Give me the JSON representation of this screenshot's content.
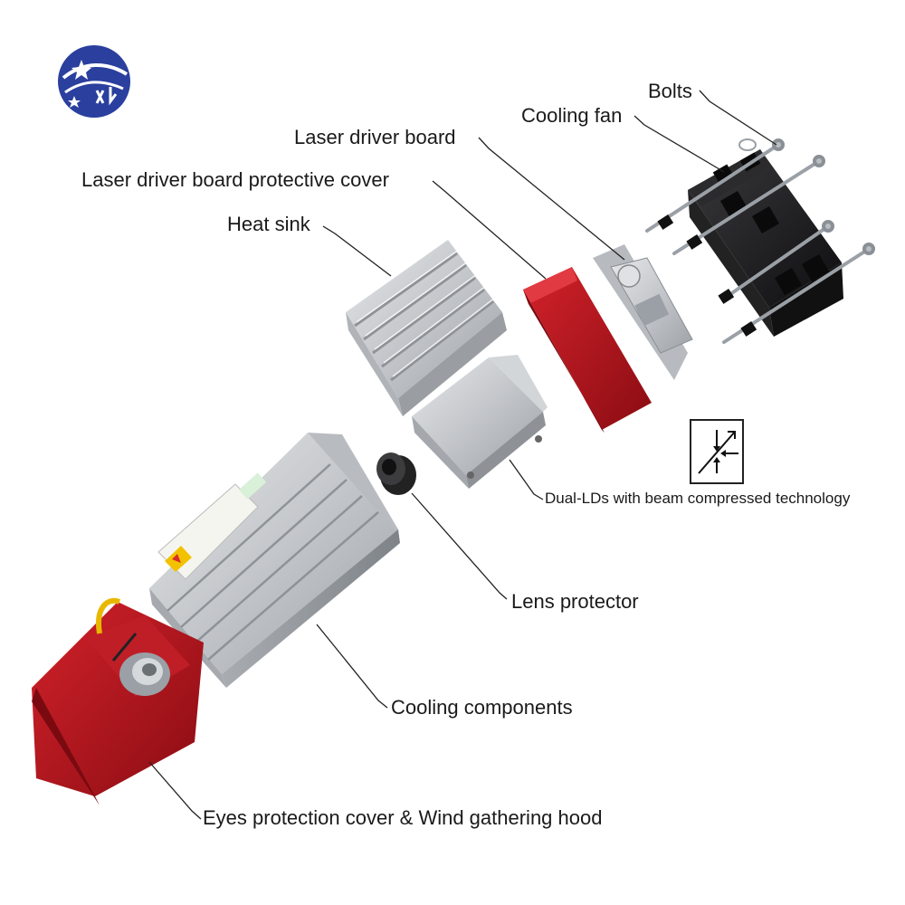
{
  "logo": {
    "icon": "globe-star-logo",
    "colors": {
      "primary": "#2a3f9e",
      "accent": "#ffffff"
    }
  },
  "labels": {
    "bolts": "Bolts",
    "cooling_fan": "Cooling fan",
    "laser_driver_board": "Laser driver board",
    "laser_driver_board_protective_cover": "Laser driver board protective cover",
    "heat_sink": "Heat sink",
    "dual_lds": "Dual-LDs with beam compressed technology",
    "lens_protector": "Lens protector",
    "cooling_components": "Cooling components",
    "eyes_protection_cover": "Eyes protection cover & Wind gathering hood"
  },
  "tech_icon": {
    "icon": "beam-compression-icon"
  },
  "colors": {
    "red_part": "#b8121b",
    "aluminum": "#c9ccd0",
    "black_part": "#1c1c1e",
    "leader_line": "#222222"
  }
}
